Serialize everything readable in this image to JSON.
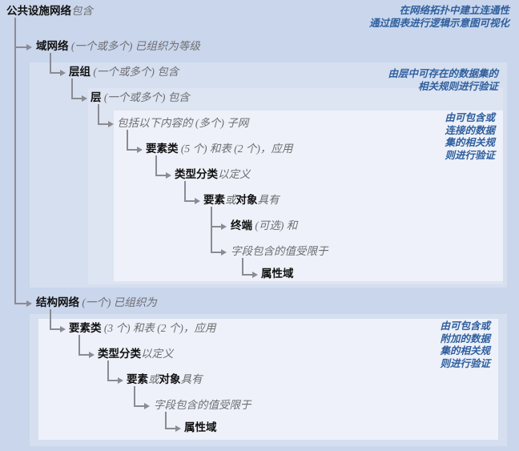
{
  "diagram": {
    "title": "公共设施网络",
    "colors": {
      "page_bg": "#c9d6ec",
      "panel_level1": "#d5dff0",
      "panel_level2": "#dde4f2",
      "panel_level3": "#eef1f9",
      "connector": "#8b8b93",
      "annotation_text": "#2f5f9e",
      "bold_text": "#111111",
      "italic_text": "#6e6e72"
    },
    "root": {
      "bold": "公共设施网络",
      "italic": "包含"
    },
    "nodes": [
      {
        "id": "domain-network",
        "bold": "域网络",
        "italic": " (一个或多个) 已组织为等级"
      },
      {
        "id": "tier-group",
        "bold": "层组",
        "italic": " (一个或多个) 包含"
      },
      {
        "id": "tier",
        "bold": "层",
        "italic": " (一个或多个) 包含"
      },
      {
        "id": "subnetwork",
        "bold": "",
        "italic": "包括以下内容的 (多个) 子网"
      },
      {
        "id": "feature-class-5",
        "bold": "要素类",
        "italic": " (5 个) 和表 (2 个)，应用"
      },
      {
        "id": "asset-type-1",
        "bold": "类型分类",
        "italic": "以定义"
      },
      {
        "id": "feature-or-object-1",
        "bold": "要素",
        "italic_mid": "或",
        "bold2": "对象",
        "italic": "具有"
      },
      {
        "id": "terminal",
        "bold": "终端",
        "italic": " (可选) 和"
      },
      {
        "id": "field-values-1",
        "bold": "",
        "italic": "字段包含的值受限于"
      },
      {
        "id": "attribute-domain-1",
        "bold": "属性域",
        "italic": ""
      },
      {
        "id": "structure-network",
        "bold": "结构网络",
        "italic": " (一个) 已组织为"
      },
      {
        "id": "feature-class-3",
        "bold": "要素类",
        "italic": " (3 个) 和表 (2 个)，应用"
      },
      {
        "id": "asset-type-2",
        "bold": "类型分类",
        "italic": "以定义"
      },
      {
        "id": "feature-or-object-2",
        "bold": "要素",
        "italic_mid": "或",
        "bold2": "对象",
        "italic": "具有"
      },
      {
        "id": "field-values-2",
        "bold": "",
        "italic": "字段包含的值受限于"
      },
      {
        "id": "attribute-domain-2",
        "bold": "属性域",
        "italic": ""
      }
    ],
    "annotations": [
      {
        "id": "topology-note",
        "text": "在网络拓扑中建立连通性\n通过图表进行逻辑示意图可视化"
      },
      {
        "id": "tier-rules-note",
        "text": "由层中可存在的数据集的\n相关规则进行验证"
      },
      {
        "id": "subnetwork-rules-note",
        "text": "由可包含或\n连接的数据\n集的相关规\n则进行验证"
      },
      {
        "id": "structure-rules-note",
        "text": "由可包含或\n附加的数据\n集的相关规\n则进行验证"
      }
    ]
  }
}
